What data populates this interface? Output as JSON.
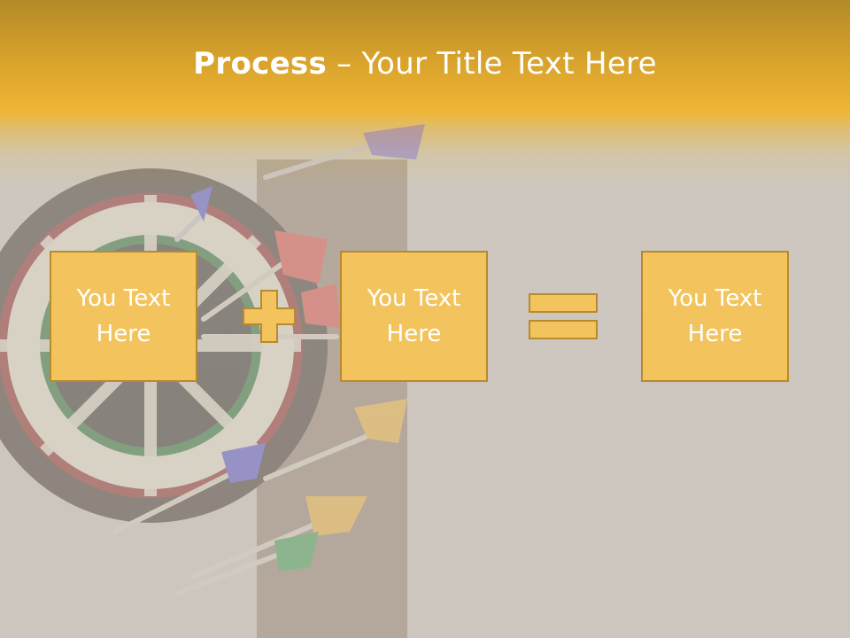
{
  "slide": {
    "title_bold": "Process",
    "title_rest": " – Your Title Text Here",
    "boxes": [
      {
        "text": "You Text\nHere"
      },
      {
        "text": "You Text\nHere"
      },
      {
        "text": "You Text\nHere"
      }
    ],
    "operators": [
      "plus-icon",
      "equals-icon"
    ]
  },
  "colors": {
    "header_gold": "#efb534",
    "box_fill": "#f3c45d",
    "box_border": "#b88a2f",
    "background": "#cdc7bf",
    "text": "#ffffff"
  }
}
